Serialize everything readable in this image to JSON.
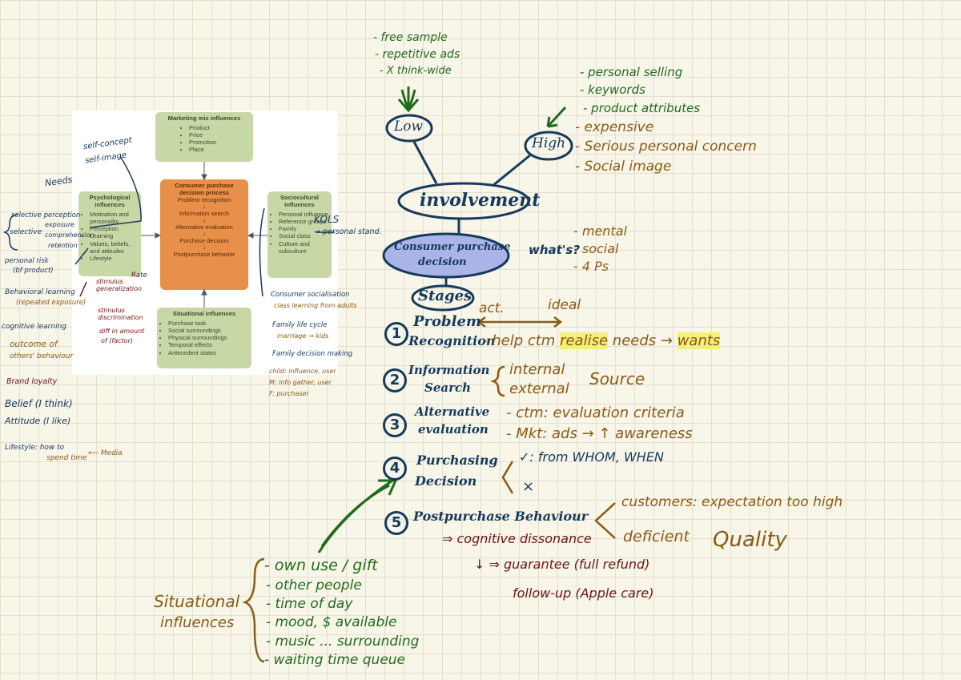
{
  "left_notes": {
    "self_concept": "self-concept",
    "self_image": "self-image",
    "needs": "Needs",
    "selective_perception": "selective perception",
    "selective": "selective",
    "exposure": "exposure",
    "comprehension": "comprehension",
    "retention": "retention",
    "personal_risk": "personal risk",
    "bf_product": "(bf product)",
    "behavioral_learning": "Behavioral learning",
    "repeated_exposure": "(repeated exposure)",
    "stimulus_generalization": "stimulus generalization",
    "rate": "Rate",
    "stimulus_discrimination": "stimulus discrimination",
    "diff_in_amount": "diff in amount",
    "of_factor": "of (factor)",
    "cognitive_learning": "cognitive learning",
    "outcome_of": "outcome of",
    "others_behaviour": "others' behaviour",
    "brand_loyalty": "Brand loyalty",
    "belief": "Belief (I think)",
    "attitude": "Attitude (I like)",
    "lifestyle": "Lifestyle: how to",
    "spend_time": "spend time",
    "media": "⟵ Media"
  },
  "figure": {
    "mm_title": "Marketing mix influences",
    "mm_items": [
      "Product",
      "Price",
      "Promotion",
      "Place"
    ],
    "psych_title": "Psychological influences",
    "psych_items": [
      "Motivation and personality",
      "Perception",
      "Learning",
      "Values, beliefs, and attitudes",
      "Lifestyle"
    ],
    "cpd_title": "Consumer purchase decision process",
    "cpd_stages": [
      "Problem recognition",
      "Information search",
      "Alternative evaluation",
      "Purchase decision",
      "Postpurchase behavior"
    ],
    "socio_title": "Sociocultural influences",
    "socio_items": [
      "Personal influence",
      "Reference groups",
      "Family",
      "Social class",
      "Culture and subculture"
    ],
    "sit_title": "Situational influences",
    "sit_items": [
      "Purchase task",
      "Social surroundings",
      "Physical surroundings",
      "Temporal effects",
      "Antecedent states"
    ]
  },
  "figure_notes": {
    "kols": "KOLS",
    "personal_stand": "→ personal stand.",
    "consumer_socialisation": "Consumer socialisation",
    "class_learning": "class learning from adults",
    "family_life_cycle": "Family life cycle",
    "marriage_kids": "marriage → kids",
    "family_decision_making": "Family decision making",
    "child": "child: influence, user",
    "m_info": "M: info gather, user",
    "f_purchaser": "F: purchaser"
  },
  "involvement": {
    "title": "involvement",
    "low": "Low",
    "high": "High",
    "low_notes": [
      "- free sample",
      "- repetitive ads",
      "- X think-wide"
    ],
    "high_notes_green": [
      "- personal selling",
      "- keywords",
      "- product attributes"
    ],
    "high_notes_brown": [
      "- expensive",
      "- Serious personal concern",
      "- Social image"
    ]
  },
  "cpd": {
    "title_line1": "Consumer purchase",
    "title_line2": "decision",
    "whats": "what's?",
    "what_items": [
      "- mental",
      "- social",
      "- 4 Ps"
    ],
    "stages_label": "Stages"
  },
  "stages": {
    "act": "act.",
    "ideal": "ideal",
    "s1_num": "1",
    "s1_line1": "Problem",
    "s1_line2": "Recognition",
    "s1_pre": "- help ctm",
    "s1_hl1": "realise",
    "s1_mid": "needs →",
    "s1_hl2": "wants",
    "s2_num": "2",
    "s2_line1": "Information",
    "s2_line2": "Search",
    "s2_internal": "internal",
    "s2_external": "external",
    "s2_source": "Source",
    "s3_num": "3",
    "s3_line1": "Alternative",
    "s3_line2": "evaluation",
    "s3_ctm": "- ctm: evaluation criteria",
    "s3_mkt": "- Mkt: ads → ↑ awareness",
    "s4_num": "4",
    "s4_line1": "Purchasing",
    "s4_line2": "Decision",
    "s4_yes": "✓: from WHOM, WHEN",
    "s4_no": "×",
    "s5_num": "5",
    "s5_label": "Postpurchase Behaviour",
    "s5_customers": "customers: expectation too high",
    "s5_deficient": "deficient",
    "s5_quality": "Quality",
    "cog_dissonance": "⇒ cognitive dissonance",
    "guarantee": "↓ ⇒ guarantee (full refund)",
    "follow_up": "follow-up (Apple care)"
  },
  "situational": {
    "label_line1": "Situational",
    "label_line2": "influences",
    "items": [
      "- own use / gift",
      "- other people",
      "- time of day",
      "- mood, $ available",
      "- music ... surrounding",
      "- waiting time queue"
    ]
  }
}
